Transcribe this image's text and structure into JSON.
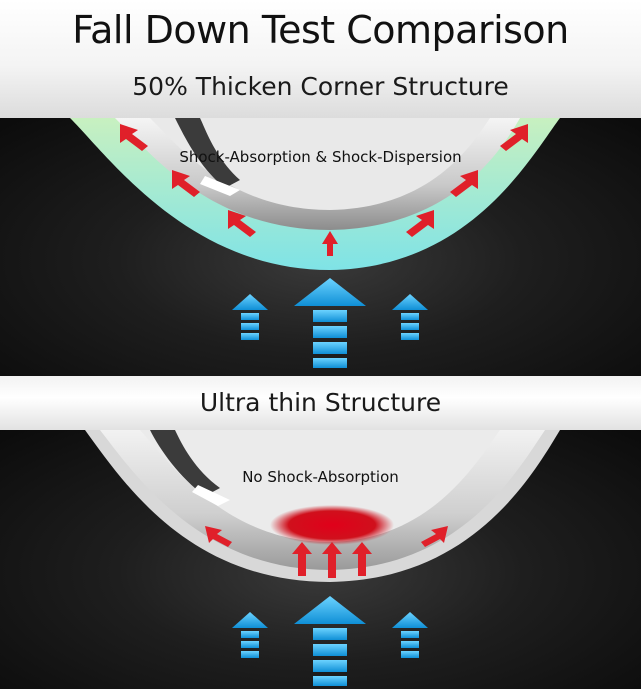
{
  "title": "Fall Down Test Comparison",
  "section1": {
    "heading": "50% Thicken Corner Structure",
    "caption": "Shock-Absorption & Shock-Dispersion"
  },
  "section2": {
    "heading": "Ultra thin Structure",
    "caption": "No Shock-Absorption"
  },
  "colors": {
    "impact_arrow": "#2bb4ef",
    "force_arrow": "#e0202a",
    "case_thick": "#a8ecd8",
    "background": "#141414"
  }
}
